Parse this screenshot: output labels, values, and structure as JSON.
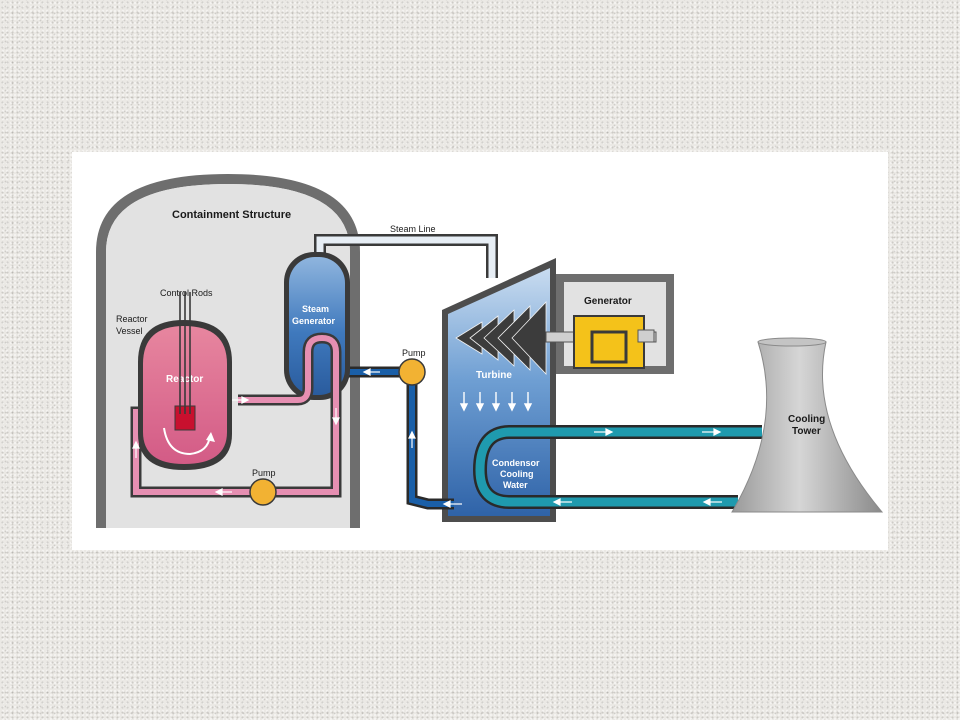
{
  "labels": {
    "containment": "Containment Structure",
    "control_rods": "Control Rods",
    "reactor_vessel_1": "Reactor",
    "reactor_vessel_2": "Vessel",
    "reactor": "Reactor",
    "steam_gen_1": "Steam",
    "steam_gen_2": "Generator",
    "steam_line": "Steam Line",
    "pump_secondary": "Pump",
    "pump_primary": "Pump",
    "turbine": "Turbine",
    "generator": "Generator",
    "condensor_1": "Condensor",
    "condensor_2": "Cooling",
    "condensor_3": "Water",
    "cooling_tower_1": "Cooling",
    "cooling_tower_2": "Tower"
  },
  "colors": {
    "containment_fill": "#e2e2e2",
    "containment_stroke": "#6e6e6e",
    "reactor": "#e0709b",
    "primary_pipe": "#e68fb2",
    "pipe_outline": "#3a3a3a",
    "steam_pipe": "#e7eef5",
    "steam_generator": "#3f79bd",
    "turbine": "#5a8fcb",
    "cooling_pipe": "#1f9aae",
    "feedwater_pipe": "#1a5fa8",
    "pump": "#f2b233",
    "generator_box": "#f4c21a",
    "cooling_tower": "#a9a9a9",
    "core": "#c8102e"
  }
}
